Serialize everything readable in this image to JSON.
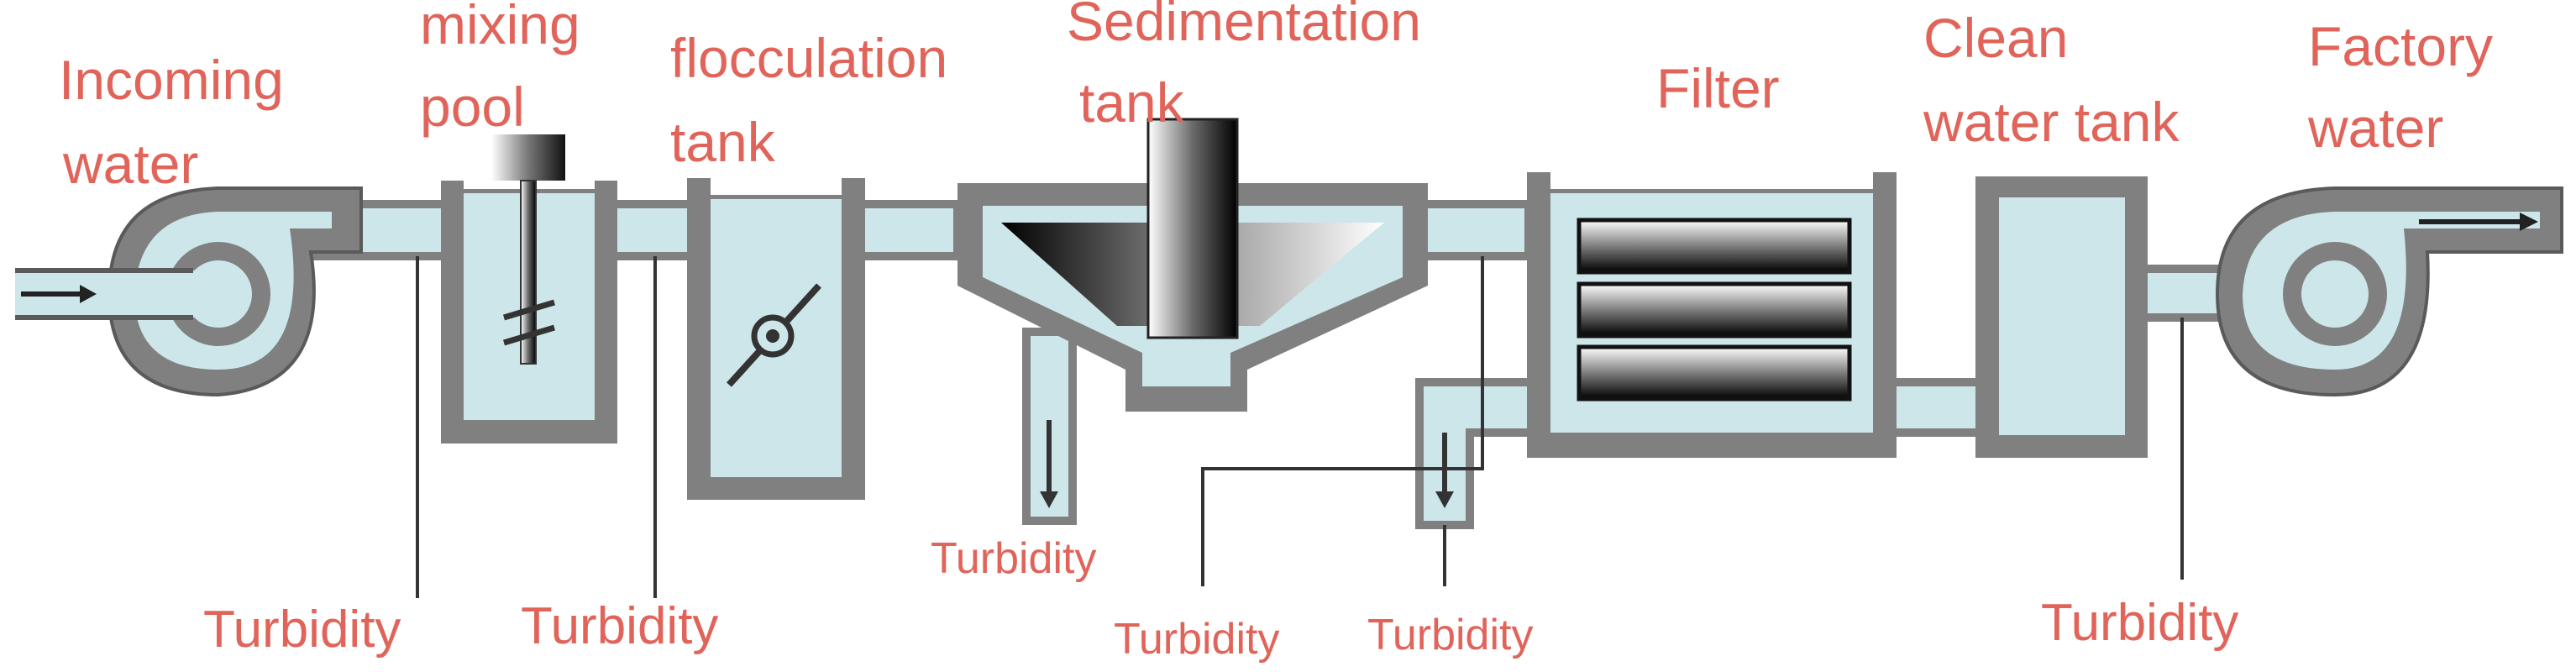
{
  "colors": {
    "water": "#cde6ea",
    "wall": "#808080",
    "wall_dark": "#5a5a5a",
    "line": "#333333",
    "label": "#e0645a",
    "filter_plate_edge": "#111111"
  },
  "labels": {
    "incoming_water": [
      "Incoming",
      "water"
    ],
    "mixing_pool": [
      "mixing",
      "pool"
    ],
    "flocculation_tank": [
      "flocculation",
      "tank"
    ],
    "sedimentation_tank": [
      "Sedimentation",
      "tank"
    ],
    "filter": "Filter",
    "clean_water_tank": [
      "Clean",
      "water tank"
    ],
    "factory_water": [
      "Factory",
      "water"
    ]
  },
  "turbidity_points": [
    {
      "id": "t1",
      "label": "Turbidity"
    },
    {
      "id": "t2",
      "label": "Turbidity"
    },
    {
      "id": "t3",
      "label": "Turbidity"
    },
    {
      "id": "t4",
      "label": "Turbidity"
    },
    {
      "id": "t5",
      "label": "Turbidity"
    },
    {
      "id": "t6",
      "label": "Turbidity"
    }
  ]
}
